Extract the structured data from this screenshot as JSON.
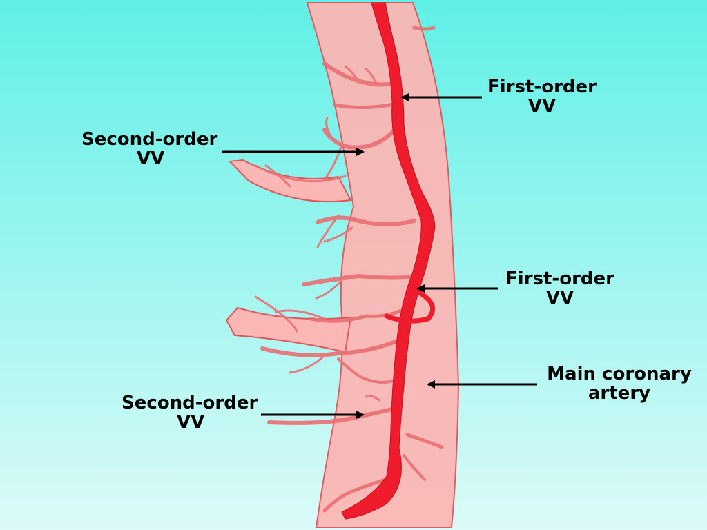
{
  "colors": {
    "background_top": "#5ff0e6",
    "background_bottom": "#dcfaf8",
    "vessel_wall": "#fbb7b5",
    "vessel_outline": "#e0555a",
    "first_order_vv": "#ee1c2c",
    "second_order_vv": "#ea6f73",
    "arrow": "#000000"
  },
  "labels": {
    "first_order_top": {
      "line1": "First-order",
      "line2": "VV"
    },
    "second_order_top": {
      "line1": "Second-order",
      "line2": "VV"
    },
    "first_order_middle": {
      "line1": "First-order",
      "line2": "VV"
    },
    "main_coronary": {
      "line1": "Main coronary",
      "line2": "artery"
    },
    "second_order_bottom": {
      "line1": "Second-order",
      "line2": "VV"
    }
  }
}
